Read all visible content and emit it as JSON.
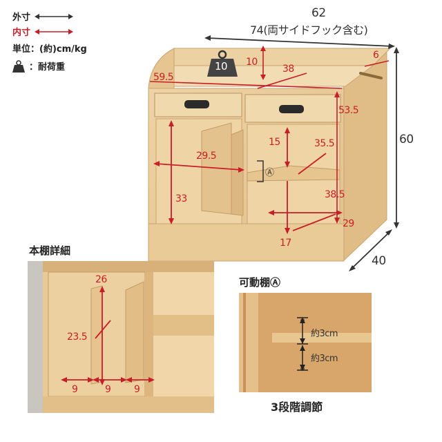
{
  "legend": {
    "outer_label": "外寸",
    "inner_label": "内寸",
    "unit_label": "単位：(約)cm/kg",
    "weight_label": "：耐荷重"
  },
  "colors": {
    "outer": "#333333",
    "inner": "#c81e28",
    "wood": "#e7c99a",
    "wood_dark": "#d9b47c"
  },
  "main": {
    "outer_width": "62",
    "outer_width_incl": "74(両サイドフック含む)",
    "depth": "40",
    "height": "60",
    "hook": "6",
    "load": "10",
    "top_guard": "10",
    "top_tray_w": "59.5",
    "top_tray_d": "38",
    "inner_h_right": "53.5",
    "divider_w": "29.5",
    "inner_h_left": "33",
    "shelf_h": "15",
    "shelf_depth": "35.5",
    "lower_h": "38.5",
    "lower_w": "29",
    "lower_d": "17",
    "shelf_marker": "Ⓐ"
  },
  "detail": {
    "title": "本棚詳細",
    "height_total": "26",
    "height_inner": "23.5",
    "gaps": [
      "9",
      "9",
      "9"
    ]
  },
  "movable": {
    "title": "可動棚Ⓐ",
    "steps": [
      "約3cm",
      "約3cm"
    ],
    "footer": "3段階調節"
  }
}
